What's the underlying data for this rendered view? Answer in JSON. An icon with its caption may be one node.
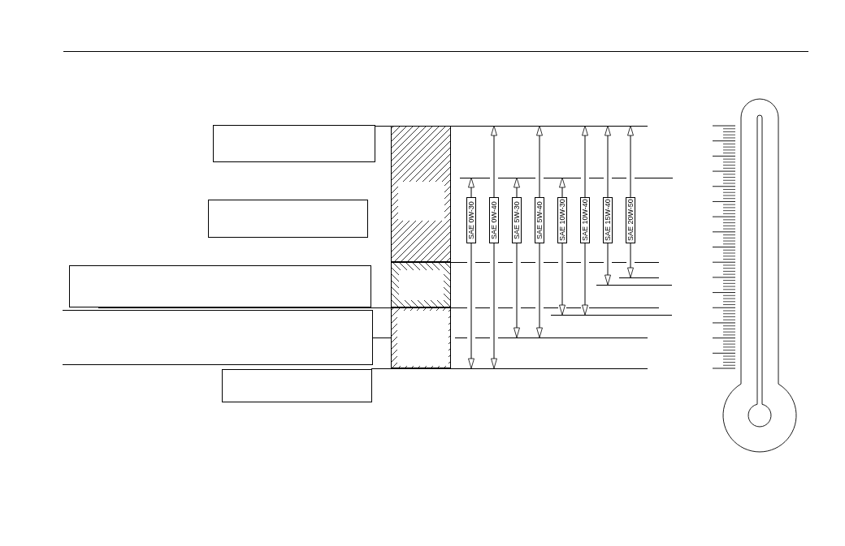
{
  "diagram": {
    "nodes": [
      {
        "text": [],
        "shape": "box"
      },
      {
        "text": [],
        "shape": "box"
      },
      {
        "text": [],
        "shape": "box"
      },
      {
        "text": [],
        "shape": "box"
      },
      {
        "text": [],
        "shape": "box"
      },
      {
        "text": [
          "SAE 0W-30"
        ]
      },
      {
        "text": [
          "SAE 0W-40"
        ]
      },
      {
        "text": [
          "SAE 5W-30"
        ]
      },
      {
        "text": [
          "SAE 5W-40"
        ]
      },
      {
        "text": [
          "SAE 10W-30"
        ]
      },
      {
        "text": [
          "SAE 10W-40"
        ]
      },
      {
        "text": [
          "SAE 15W-40"
        ]
      },
      {
        "text": [
          "SAE 20W-50"
        ]
      }
    ]
  }
}
